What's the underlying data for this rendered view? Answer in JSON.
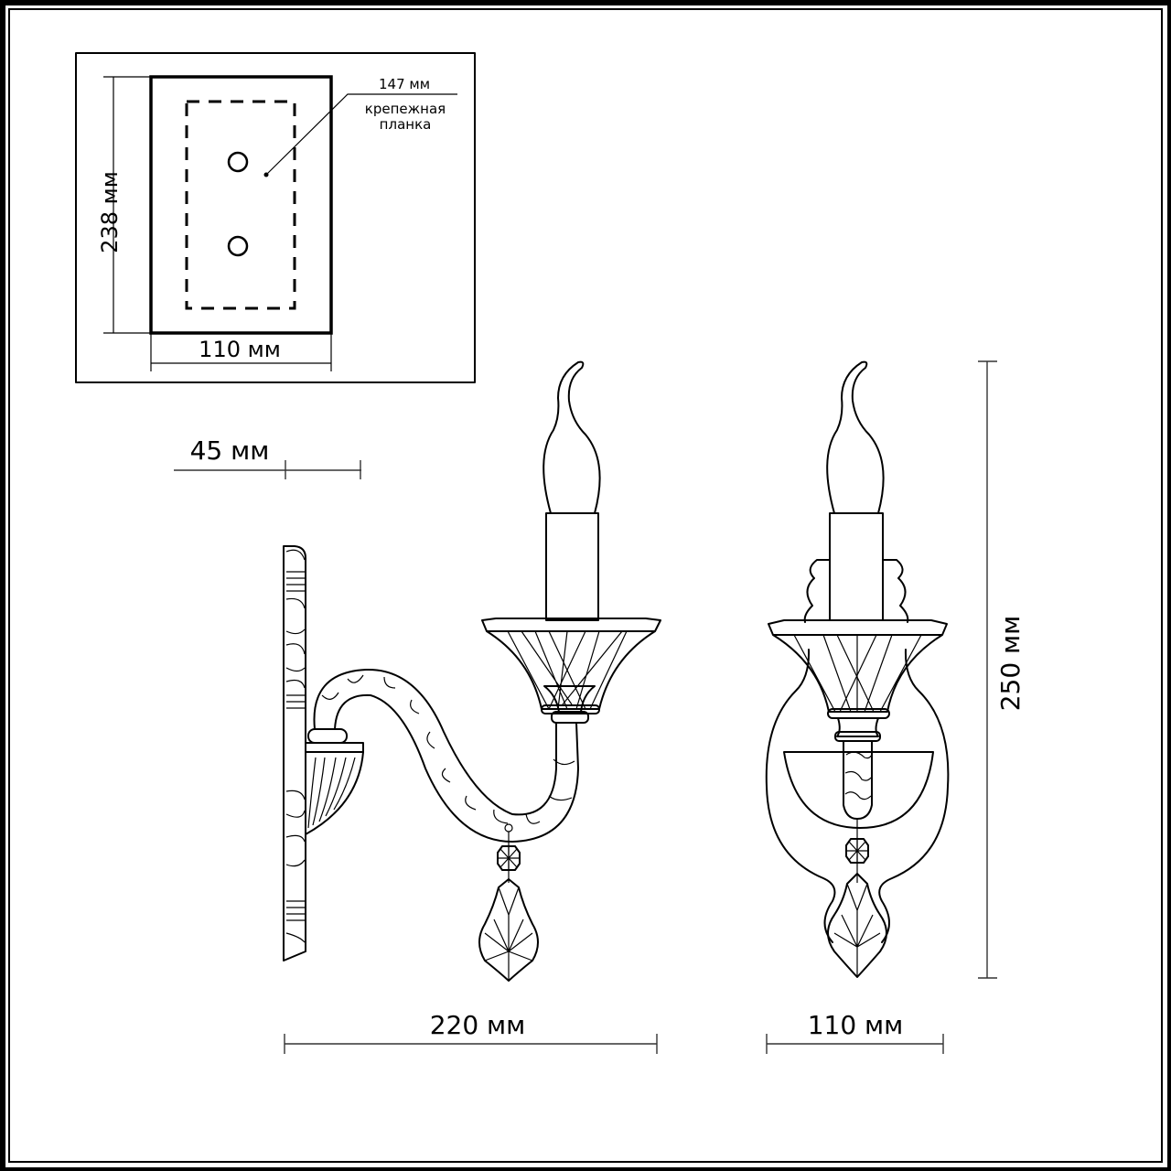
{
  "diagram": {
    "type": "technical-drawing",
    "subject": "wall sconce (single-arm candle light with crystal pendant)",
    "colors": {
      "line": "#000000",
      "background": "#ffffff",
      "dimension_line": "#333333"
    }
  },
  "mounting_plate": {
    "height_label": "238 мм",
    "width_label": "110 мм",
    "bracket_spacing_label": "147 мм",
    "bracket_caption_line1": "крепежная",
    "bracket_caption_line2": "планка",
    "holes": 2
  },
  "side_view": {
    "depth_label": "45 мм",
    "width_label": "220 мм"
  },
  "front_view": {
    "width_label": "110 мм",
    "height_label": "250 мм"
  }
}
